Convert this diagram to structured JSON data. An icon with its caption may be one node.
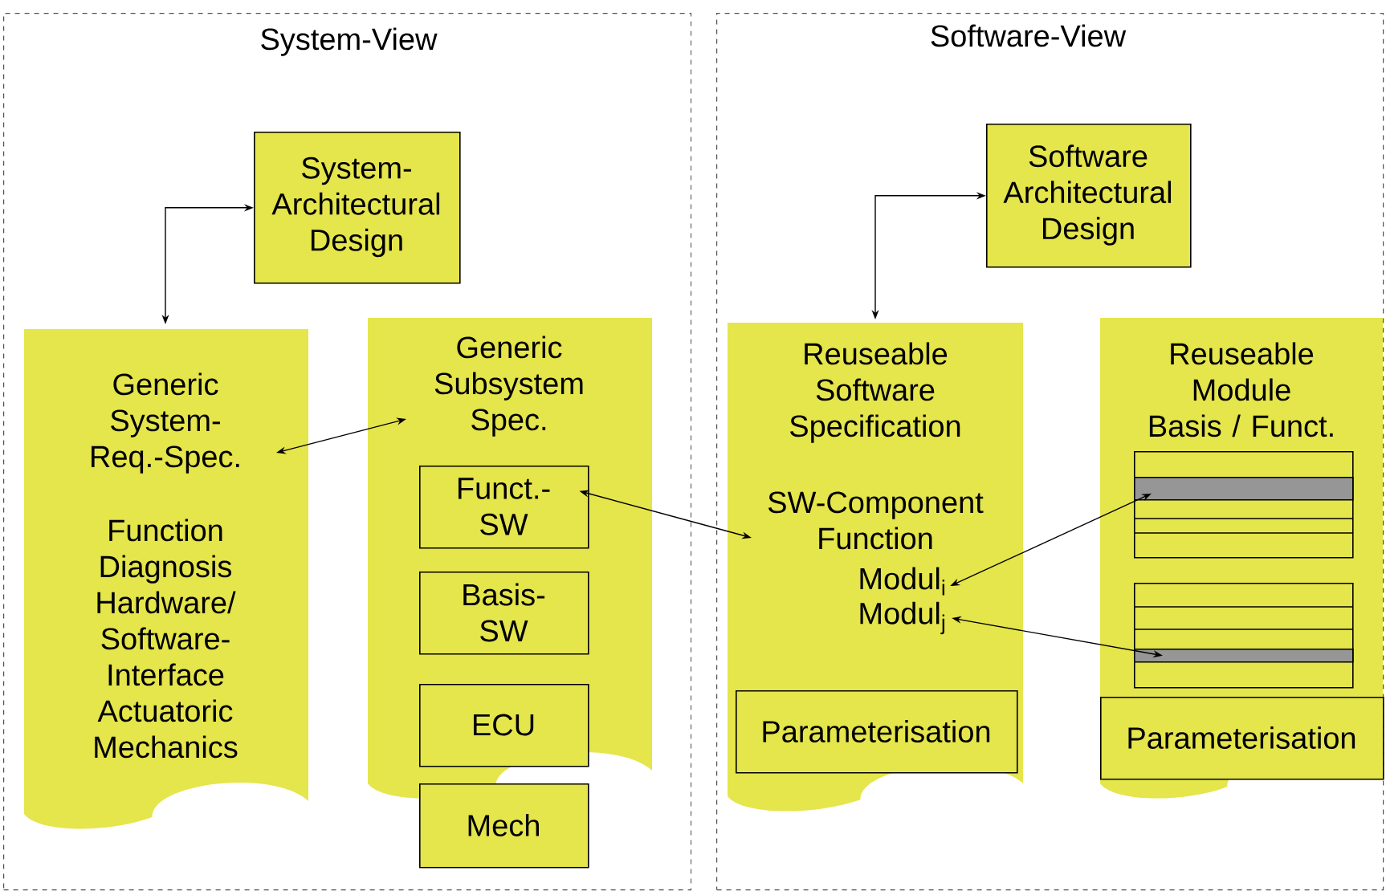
{
  "diagram": {
    "nodes": [
      {
        "text": [
          "System-View"
        ]
      },
      {
        "text": [
          "Software-View"
        ]
      },
      {
        "text": [
          "System-Architectural Design"
        ],
        "in": 0
      },
      {
        "text": [
          "Generic System-Req.-Spec.",
          "Function Diagnosis Hardware/ Software-Interface Actuatoric Mechanics"
        ],
        "in": 0
      },
      {
        "text": [
          "Generic Subsystem Spec."
        ],
        "in": 0
      },
      {
        "text": [
          "Funct.-SW"
        ],
        "in": 4
      },
      {
        "text": [
          "Basis-SW"
        ],
        "in": 4
      },
      {
        "text": [
          "ECU"
        ],
        "in": 4
      },
      {
        "text": [
          "Mech"
        ],
        "in": 0
      },
      {
        "text": [
          "Software Architectural Design"
        ],
        "in": 1
      },
      {
        "text": [
          "Reuseable Software Specification",
          "SW-Component Function"
        ],
        "in": 1
      },
      {
        "text": [
          "Modul$_{i}$"
        ],
        "in": 10
      },
      {
        "text": [
          "Modul$_{j}$"
        ],
        "in": 10
      },
      {
        "text": [
          "Parameterisation"
        ],
        "in": 10
      },
      {
        "text": [
          "Reuseable Module",
          "Basis / Funct."
        ],
        "in": 1
      },
      {
        "text": [],
        "shape": "box",
        "in": 14
      },
      {
        "text": [],
        "shape": "bar",
        "in": 15
      },
      {
        "text": [],
        "shape": "box",
        "in": 14
      },
      {
        "text": [],
        "shape": "bar",
        "in": 17
      },
      {
        "text": [
          "Parameterisation"
        ],
        "in": 14
      }
    ],
    "edges": [
      {
        "from": 3,
        "to": 2,
        "arrow": "both"
      },
      {
        "from": 3,
        "to": 4,
        "arrow": "both"
      },
      {
        "from": 5,
        "to": 10,
        "arrow": "both"
      },
      {
        "from": 11,
        "to": 16,
        "arrow": "both"
      },
      {
        "from": 12,
        "to": 18,
        "arrow": "both"
      },
      {
        "from": 10,
        "to": 9,
        "arrow": "both"
      }
    ]
  }
}
